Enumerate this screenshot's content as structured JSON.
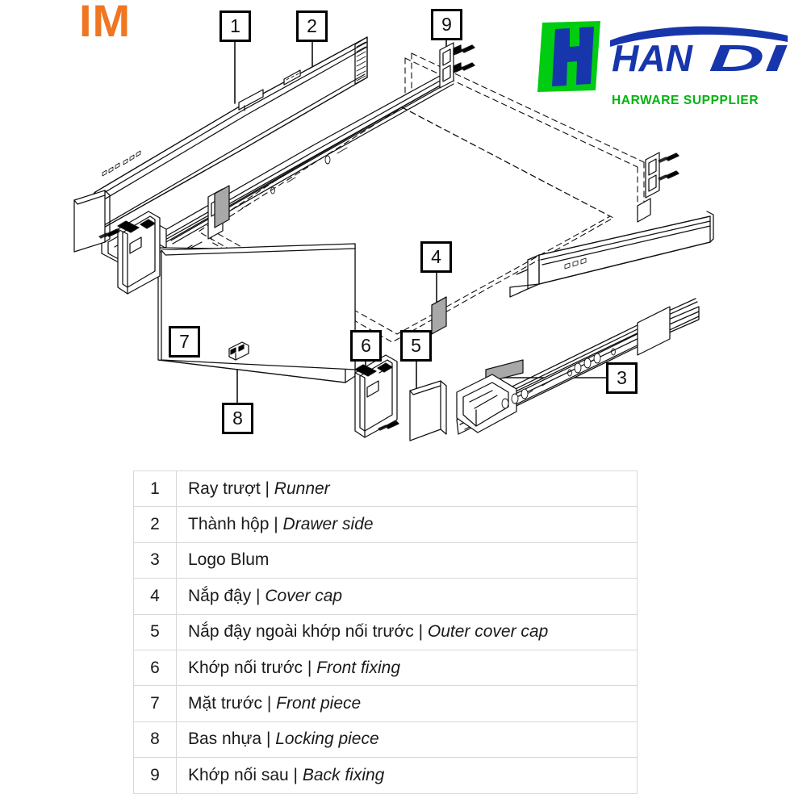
{
  "watermark": {
    "text": "IM",
    "color": "#ef7622"
  },
  "brand": {
    "monogram": "H",
    "name": "HAN DI",
    "tagline": "HARWARE SUPPPLIER",
    "green": "#00cc11",
    "blue": "#1736ab"
  },
  "diagram": {
    "title": "Exploded assembly of a Blum-style drawer box system",
    "callouts": [
      {
        "id": "1",
        "label": "1"
      },
      {
        "id": "2",
        "label": "2"
      },
      {
        "id": "3",
        "label": "3"
      },
      {
        "id": "4",
        "label": "4"
      },
      {
        "id": "5",
        "label": "5"
      },
      {
        "id": "6",
        "label": "6"
      },
      {
        "id": "7",
        "label": "7"
      },
      {
        "id": "8",
        "label": "8"
      },
      {
        "id": "9",
        "label": "9"
      }
    ]
  },
  "parts_table": {
    "rows": [
      {
        "index": "1",
        "vi": "Ray trượt",
        "sep": " | ",
        "en": "Runner"
      },
      {
        "index": "2",
        "vi": "Thành hộp",
        "sep": " | ",
        "en": "Drawer side"
      },
      {
        "index": "3",
        "vi": "Logo Blum",
        "sep": "",
        "en": ""
      },
      {
        "index": "4",
        "vi": "Nắp đậy",
        "sep": " | ",
        "en": "Cover cap"
      },
      {
        "index": "5",
        "vi": "Nắp đậy ngoài khớp nối trước",
        "sep": " | ",
        "en": "Outer cover cap"
      },
      {
        "index": "6",
        "vi": "Khớp nối trước",
        "sep": " | ",
        "en": "Front fixing"
      },
      {
        "index": "7",
        "vi": "Mặt trước",
        "sep": " | ",
        "en": "Front piece"
      },
      {
        "index": "8",
        "vi": "Bas nhựa",
        "sep": " | ",
        "en": "Locking piece"
      },
      {
        "index": "9",
        "vi": "Khớp nối sau",
        "sep": " | ",
        "en": "Back fixing"
      }
    ]
  }
}
